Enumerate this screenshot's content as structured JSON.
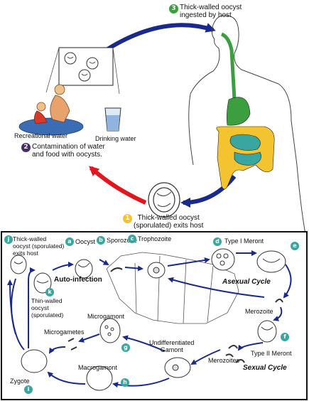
{
  "colors": {
    "arrow_blue": "#1a2a8c",
    "arrow_red": "#e3151f",
    "gut_green": "#3b9e3f",
    "gut_yellow": "#f4c430",
    "gut_teal": "#3aa6a0",
    "badge_teal": "#3aa6a0",
    "badge_purple": "#4a2a6e",
    "badge_green": "#3b9e3f",
    "badge_yellow": "#f4c430"
  },
  "steps": {
    "s1": {
      "num": "1",
      "text": "Thick-walled oocyst\n(sporulated) exits host"
    },
    "s2": {
      "num": "2",
      "text": "Contamination of water\nand food with oocysts."
    },
    "s3": {
      "num": "3",
      "text": "Thick-walled oocyst\ningested by host"
    }
  },
  "top_labels": {
    "recreational": "Recreational water",
    "drinking": "Drinking water"
  },
  "stages": {
    "a": {
      "letter": "a",
      "label": "Oocyst"
    },
    "b": {
      "letter": "b",
      "label": "Sporozoite"
    },
    "c": {
      "letter": "c",
      "label": "Trophozoite"
    },
    "d": {
      "letter": "d",
      "label": "Type I Meront"
    },
    "e": {
      "letter": "e",
      "label": ""
    },
    "merozoite": {
      "label": "Merozoite"
    },
    "f": {
      "letter": "f",
      "label": "Type II Meront"
    },
    "merozoites": {
      "label": "Merozoites"
    },
    "g": {
      "letter": "g",
      "label": "Microgamont"
    },
    "microgametes": {
      "label": "Microgametes"
    },
    "undiff": {
      "label": "Undifferentiated\nGamont"
    },
    "h": {
      "letter": "h",
      "label": "Macrogamont"
    },
    "i": {
      "letter": "i",
      "label": "Zygote"
    },
    "j": {
      "letter": "j",
      "label": "Thick-walled\noocyst (sporulated)\nexits host"
    },
    "k": {
      "letter": "k",
      "label": "Thin-walled\noocyst\n(sporulated)"
    }
  },
  "cycles": {
    "auto": "Auto-infection",
    "asexual": "Asexual Cycle",
    "sexual": "Sexual Cycle"
  }
}
